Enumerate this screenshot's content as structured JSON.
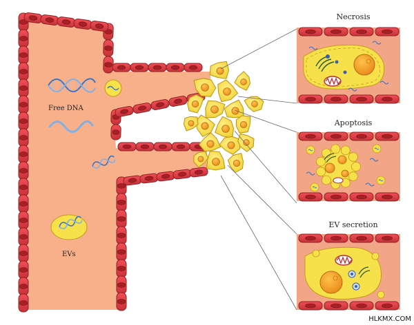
{
  "labels": {
    "free_dna": "Free DNA",
    "evs": "EVs",
    "necrosis": "Necrosis",
    "apoptosis": "Apoptosis",
    "ev_secretion": "EV secretion"
  },
  "watermark": "HLKMX.COM",
  "colors": {
    "vessel_fill": "#f7b08a",
    "endothelial": "#d8474c",
    "endothelial_edge": "#8d2227",
    "nucleus": "#b8262d",
    "tumor_cell": "#f6e14a",
    "tumor_nucleus": "#f0a020",
    "panel_bg": "#f3a687",
    "dna_blue": "#3a73c8"
  },
  "icons": [
    "dna-helix-icon",
    "extracellular-vesicle-icon",
    "mitochondrion-icon",
    "nucleus-icon"
  ]
}
